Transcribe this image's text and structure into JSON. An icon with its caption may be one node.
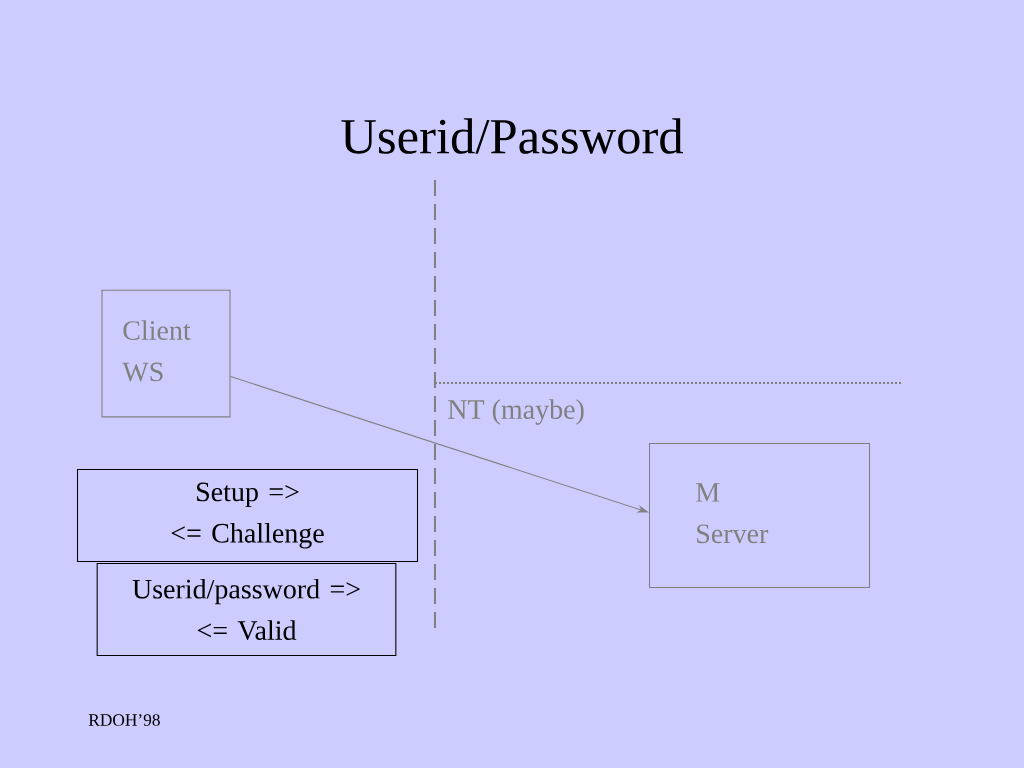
{
  "diagram": {
    "title": "Userid/Password",
    "nodes": [
      {
        "text": [
          "Client WS"
        ]
      },
      {
        "text": [
          "M Server"
        ]
      },
      {
        "text": [
          "Setup =>",
          "<= Challenge"
        ]
      },
      {
        "text": [
          "Userid/password =>",
          "<= Valid"
        ]
      }
    ],
    "edges": [
      {
        "from": 0,
        "to": 1,
        "arrow": "to"
      }
    ],
    "labels": [
      "NT (maybe)",
      "RDOH’98"
    ]
  }
}
